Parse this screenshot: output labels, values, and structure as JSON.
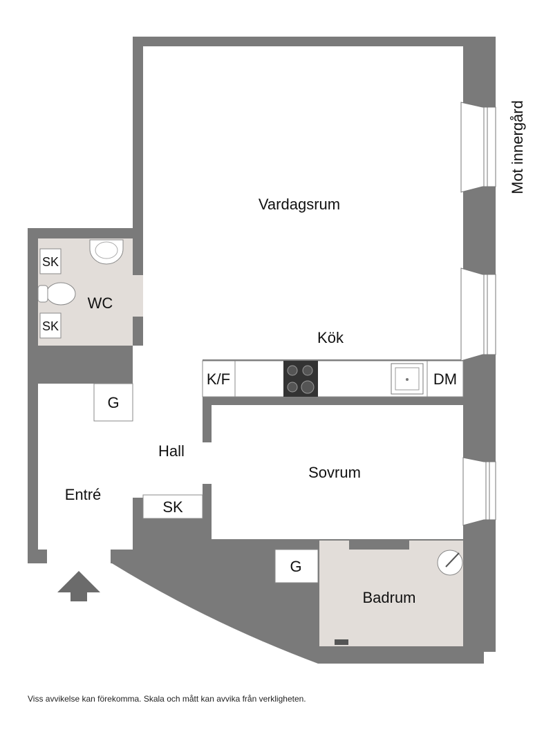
{
  "rooms": {
    "vardagsrum": "Vardagsrum",
    "kok": "Kök",
    "wc": "WC",
    "hall": "Hall",
    "entre": "Entré",
    "sovrum": "Sovrum",
    "badrum": "Badrum"
  },
  "fixtures": {
    "kf": "K/F",
    "dm": "DM",
    "sk": "SK",
    "g": "G"
  },
  "orientation_label": "Mot innergård",
  "disclaimer": "Viss avvikelse kan förekomma. Skala och mått kan avvika från verkligheten.",
  "colors": {
    "wall": "#7a7a7a",
    "wet_room_floor": "#e2ddd9",
    "floor": "#ffffff",
    "arrow": "#6b6b6b"
  }
}
